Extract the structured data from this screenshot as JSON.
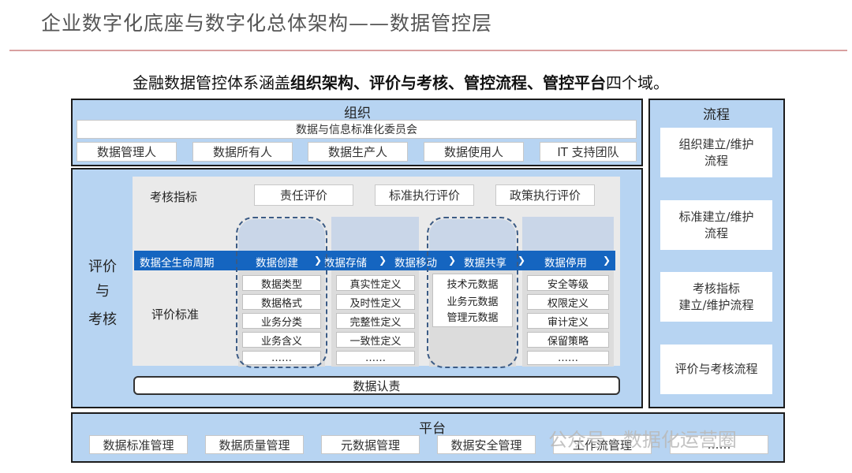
{
  "header": {
    "title": "企业数字化底座与数字化总体架构——数据管控层"
  },
  "subtitle": {
    "prefix": "金融数据管控体系涵盖",
    "bold": "组织架构、评价与考核、管控流程、管控平台",
    "suffix": "四个域。"
  },
  "organization": {
    "title": "组织",
    "committee": "数据与信息标准化委员会",
    "roles": [
      "数据管理人",
      "数据所有人",
      "数据生产人",
      "数据使用人",
      "IT 支持团队"
    ]
  },
  "evaluation": {
    "side_label_1": "评价",
    "side_label_2": "与",
    "side_label_3": "考核",
    "kpi_label": "考核指标",
    "kpi_items": [
      "责任评价",
      "标准执行评价",
      "政策执行评价"
    ],
    "lifecycle_label": "数据全生命周期",
    "lifecycle_stages": [
      "数据创建",
      "数据存储",
      "数据移动",
      "数据共享",
      "数据停用"
    ],
    "standard_label": "评价标准",
    "col1": [
      "数据类型",
      "数据格式",
      "业务分类",
      "业务含义",
      "……"
    ],
    "col2": [
      "真实性定义",
      "及时性定义",
      "完整性定义",
      "一致性定义",
      "……"
    ],
    "col3": [
      "技术元数据",
      "业务元数据",
      "管理元数据"
    ],
    "col4": [
      "安全等级",
      "权限定义",
      "审计定义",
      "保留策略",
      "……"
    ],
    "accountability": "数据认责"
  },
  "process": {
    "title": "流程",
    "items": [
      {
        "line1": "组织建立/维护",
        "line2": "流程"
      },
      {
        "line1": "标准建立/维护",
        "line2": "流程"
      },
      {
        "line1": "考核指标",
        "line2": "建立/维护流程"
      },
      {
        "line1": "评价与考核流程",
        "line2": ""
      }
    ]
  },
  "platform": {
    "title": "平台",
    "items": [
      "数据标准管理",
      "数据质量管理",
      "元数据管理",
      "数据安全管理",
      "工作流管理",
      "……"
    ]
  },
  "watermark": "公众号 · 数据化运营圈",
  "colors": {
    "panel": "#b7d4f2",
    "lifecycle_bar": "#1565c0",
    "dashed_border": "#3b5b85"
  }
}
